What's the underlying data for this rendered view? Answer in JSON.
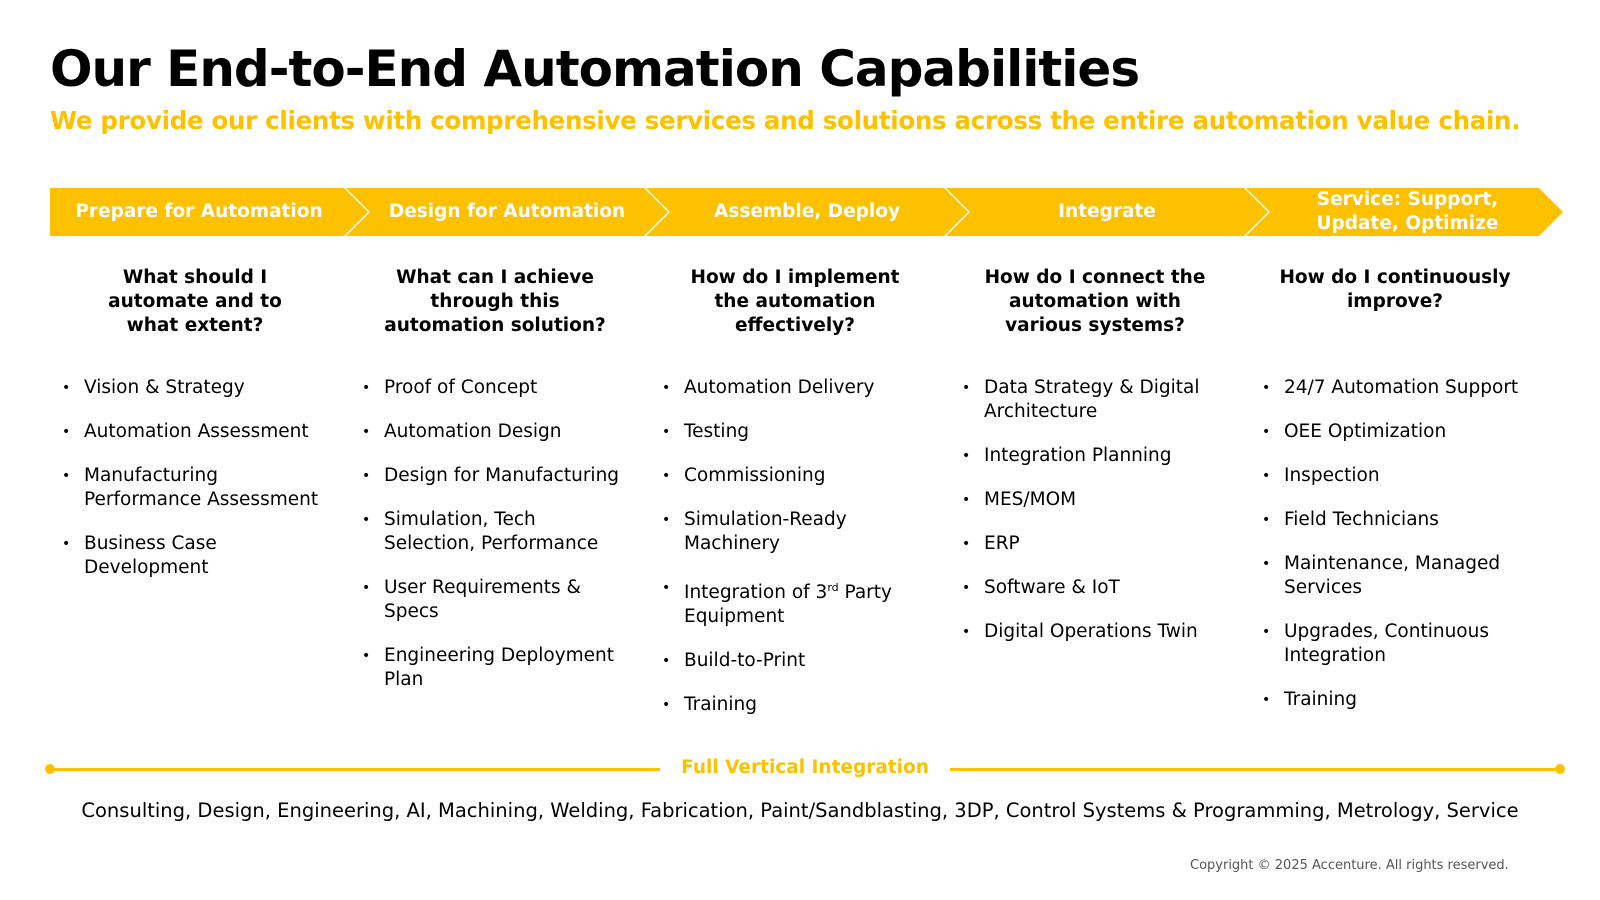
{
  "title": "Our End-to-End Automation Capabilities",
  "subtitle": "We provide our clients with comprehensive services and solutions across the entire automation value chain.",
  "colors": {
    "accent": "#FDC100",
    "text": "#000000"
  },
  "stages": [
    {
      "label": "Prepare for Automation",
      "question": "What should I\nautomate and to\nwhat extent?",
      "items": [
        "Vision & Strategy",
        "Automation Assessment",
        "Manufacturing\nPerformance Assessment",
        "Business Case\nDevelopment"
      ]
    },
    {
      "label": "Design for Automation",
      "question": "What can I achieve\nthrough this\nautomation solution?",
      "items": [
        "Proof of Concept",
        "Automation Design",
        "Design for Manufacturing",
        "Simulation, Tech\nSelection, Performance",
        "User Requirements &\nSpecs",
        "Engineering Deployment\nPlan"
      ]
    },
    {
      "label": "Assemble, Deploy",
      "question": "How do I implement\nthe automation\neffectively?",
      "items": [
        "Automation Delivery",
        "Testing",
        "Commissioning",
        "Simulation-Ready\nMachinery",
        "Integration of 3rd Party\nEquipment",
        "Build-to-Print",
        "Training"
      ]
    },
    {
      "label": "Integrate",
      "question": "How do I connect the\nautomation with\nvarious systems?",
      "items": [
        "Data Strategy & Digital\nArchitecture",
        "Integration Planning",
        "MES/MOM",
        "ERP",
        "Software & IoT",
        "Digital Operations Twin"
      ]
    },
    {
      "label": "Service: Support, Update, Optimize",
      "question": "How do I continuously\nimprove?",
      "items": [
        "24/7 Automation Support",
        "OEE Optimization",
        "Inspection",
        "Field Technicians",
        "Maintenance, Managed\nServices",
        "Upgrades, Continuous\nIntegration",
        "Training"
      ]
    }
  ],
  "bullet": "•",
  "integration": {
    "label": "Full Vertical Integration",
    "capabilities": "Consulting, Design, Engineering, AI, Machining, Welding, Fabrication, Paint/Sandblasting, 3DP, Control Systems & Programming, Metrology, Service"
  },
  "copyright": "Copyright © 2025 Accenture. All rights reserved."
}
